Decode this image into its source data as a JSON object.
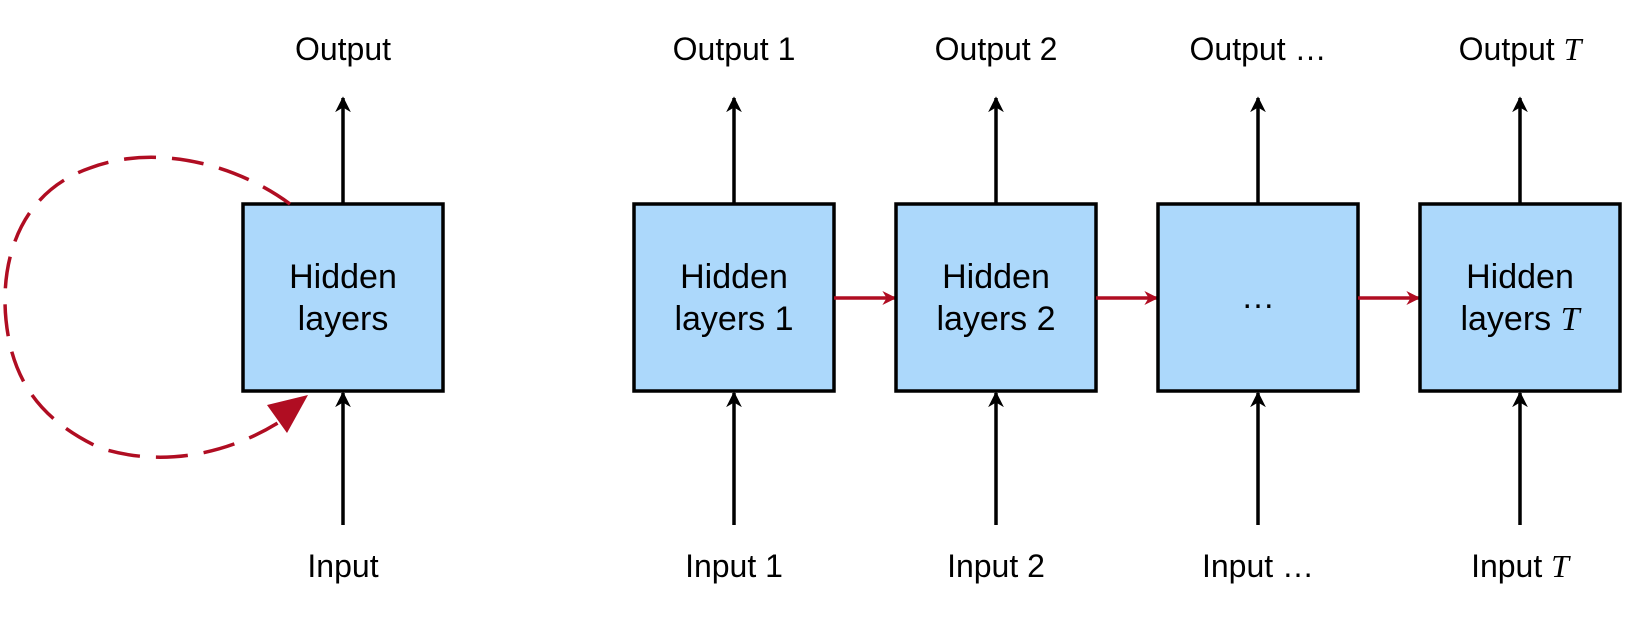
{
  "colors": {
    "box_fill": "#acd8fb",
    "box_stroke": "#000000",
    "recurrent_arrow": "#b00d22",
    "arrow": "#000000"
  },
  "folded": {
    "output_label": "Output",
    "hidden_line1": "Hidden",
    "hidden_line2": "layers",
    "input_label": "Input"
  },
  "unfolded": {
    "steps": [
      {
        "output_prefix": "Output ",
        "output_suffix": "1",
        "output_suffix_italic": false,
        "hidden_line1": "Hidden",
        "hidden_line2_prefix": "layers ",
        "hidden_line2_suffix": "1",
        "hidden_suffix_italic": false,
        "input_prefix": "Input ",
        "input_suffix": "1",
        "input_suffix_italic": false
      },
      {
        "output_prefix": "Output ",
        "output_suffix": "2",
        "output_suffix_italic": false,
        "hidden_line1": "Hidden",
        "hidden_line2_prefix": "layers ",
        "hidden_line2_suffix": "2",
        "hidden_suffix_italic": false,
        "input_prefix": "Input ",
        "input_suffix": "2",
        "input_suffix_italic": false
      },
      {
        "output_prefix": "Output ",
        "output_suffix": "…",
        "output_suffix_italic": false,
        "hidden_single": "…",
        "input_prefix": "Input ",
        "input_suffix": "…",
        "input_suffix_italic": false
      },
      {
        "output_prefix": "Output ",
        "output_suffix": "T",
        "output_suffix_italic": true,
        "hidden_line1": "Hidden",
        "hidden_line2_prefix": "layers ",
        "hidden_line2_suffix": "T",
        "hidden_suffix_italic": true,
        "input_prefix": "Input ",
        "input_suffix": "T",
        "input_suffix_italic": true
      }
    ]
  }
}
